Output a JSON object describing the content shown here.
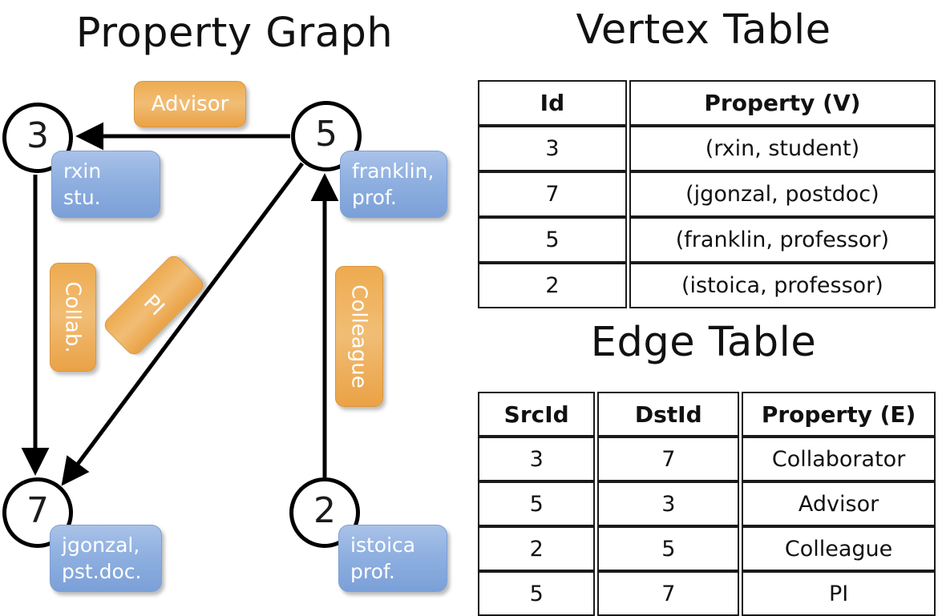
{
  "titles": {
    "property_graph": "Property Graph",
    "vertex_table": "Vertex Table",
    "edge_table": "Edge Table"
  },
  "graph": {
    "nodes": [
      {
        "id": "3",
        "property_line1": "rxin",
        "property_line2": "stu."
      },
      {
        "id": "5",
        "property_line1": "franklin,",
        "property_line2": "prof."
      },
      {
        "id": "7",
        "property_line1": "jgonzal,",
        "property_line2": "pst.doc."
      },
      {
        "id": "2",
        "property_line1": "istoica",
        "property_line2": "prof."
      }
    ],
    "edge_labels": [
      {
        "text": "Advisor",
        "from": "5",
        "to": "3"
      },
      {
        "text": "Collab.",
        "from": "3",
        "to": "7"
      },
      {
        "text": "PI",
        "from": "5",
        "to": "7"
      },
      {
        "text": "Colleague",
        "from": "2",
        "to": "5"
      }
    ]
  },
  "vertex_table": {
    "headers": [
      "Id",
      "Property (V)"
    ],
    "rows": [
      [
        "3",
        "(rxin, student)"
      ],
      [
        "7",
        "(jgonzal, postdoc)"
      ],
      [
        "5",
        "(franklin, professor)"
      ],
      [
        "2",
        "(istoica, professor)"
      ]
    ]
  },
  "edge_table": {
    "headers": [
      "SrcId",
      "DstId",
      "Property (E)"
    ],
    "rows": [
      [
        "3",
        "7",
        "Collaborator"
      ],
      [
        "5",
        "3",
        "Advisor"
      ],
      [
        "2",
        "5",
        "Colleague"
      ],
      [
        "5",
        "7",
        "PI"
      ]
    ]
  },
  "colors": {
    "vertex_property_cell": "#d5dff0",
    "edge_property_cell": "#f7dfc4",
    "node_bubble": "#8fb0e0",
    "edge_label": "#eeab50",
    "stroke": "#000000"
  }
}
